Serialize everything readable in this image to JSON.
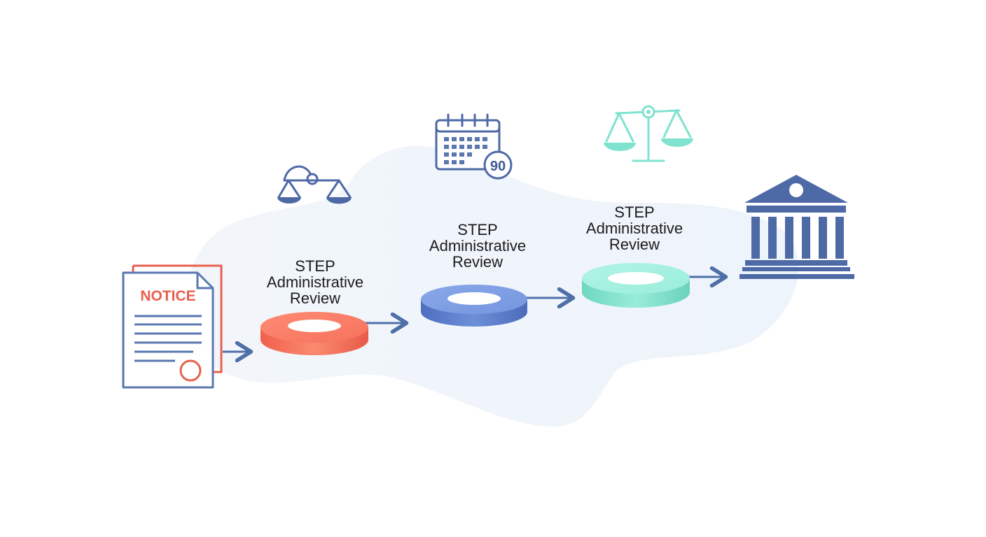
{
  "notice": {
    "label": "NOTICE"
  },
  "calendar": {
    "badge": "90"
  },
  "steps": [
    {
      "line1": "STEP",
      "line2": "Administrative",
      "line3": "Review",
      "color": "#f26f5e"
    },
    {
      "line1": "STEP",
      "line2": "Administrative",
      "line3": "Review",
      "color": "#6f8fd6"
    },
    {
      "line1": "STEP",
      "line2": "Administrative",
      "line3": "Review",
      "color": "#7fe0cb"
    }
  ],
  "colors": {
    "arrow": "#4f6fa8",
    "notice_red": "#e8604f",
    "doc_blue": "#5a77b0",
    "courthouse": "#4e6aa6",
    "scale_teal": "#7fe3cf",
    "blob": "#eef4fb"
  }
}
